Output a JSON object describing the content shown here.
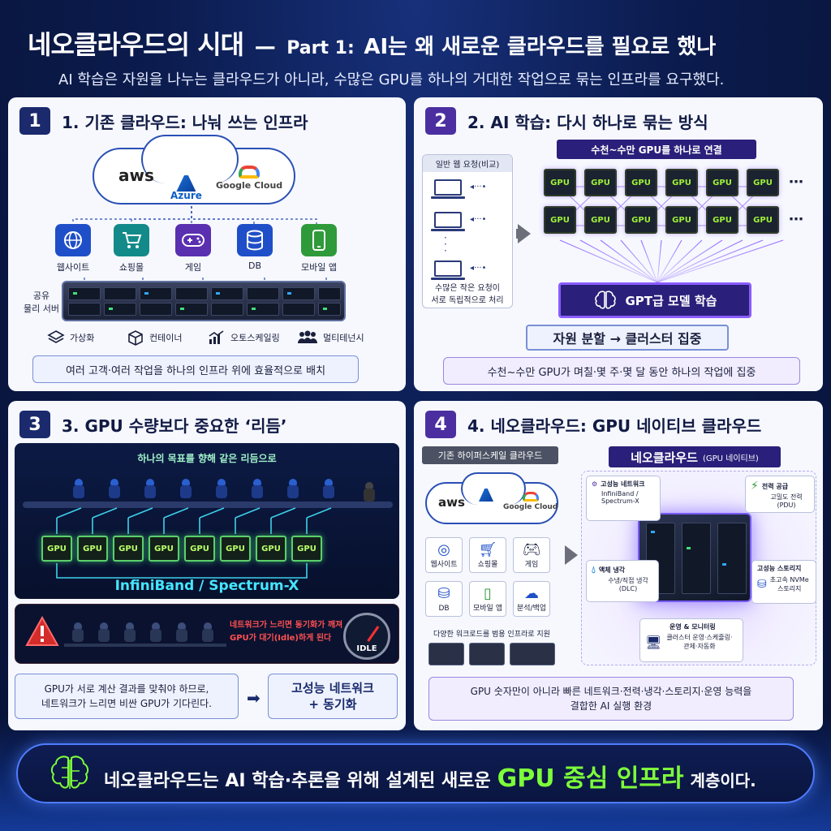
{
  "header": {
    "title_main": "네오클라우드의 시대",
    "title_dash": "—",
    "title_part": "Part 1:",
    "title_sub": "AI는 왜 새로운 클라우드를 필요로 했나",
    "subtitle": "AI 학습은 자원을 나누는  클라우드가 아니라,   수많은 GPU를 하나의 거대한 작업으로 묶는 인프라를 요구했다."
  },
  "panel1": {
    "number": "1",
    "title": "1. 기존 클라우드: 나눠 쓰는 인프라",
    "cloud_logos": [
      "aws",
      "Azure",
      "Google Cloud"
    ],
    "services": [
      {
        "label": "웹사이트",
        "icon": "globe-icon",
        "color": "#1f4fc8"
      },
      {
        "label": "쇼핑몰",
        "icon": "cart-icon",
        "color": "#138a8a"
      },
      {
        "label": "게임",
        "icon": "gamepad-icon",
        "color": "#5a2fb0"
      },
      {
        "label": "DB",
        "icon": "database-icon",
        "color": "#1f4fc8"
      },
      {
        "label": "모바일 앱",
        "icon": "mobile-icon",
        "color": "#2f9a3a"
      }
    ],
    "server_label": "공유\n물리 서버",
    "features": [
      {
        "label": "가상화",
        "icon": "layers-icon"
      },
      {
        "label": "컨테이너",
        "icon": "container-icon"
      },
      {
        "label": "오토스케일링",
        "icon": "chart-up-icon"
      },
      {
        "label": "멀티테넌시",
        "icon": "users-icon"
      }
    ],
    "footer": "여러 고객·여러 작업을 하나의 인프라 위에 효율적으로 배치"
  },
  "panel2": {
    "number": "2",
    "title": "2. AI 학습: 다시 하나로 묶는 방식",
    "web_request_title": "일반 웹 요청(비교)",
    "web_request_caption": "수많은 작은 요청이\n서로 독립적으로 처리",
    "cluster_label": "수천~수만 GPU를 하나로 연결",
    "gpu_label": "GPU",
    "more": "⋯",
    "model_label": "GPT급 모델 학습",
    "shift_label": "자원 분할 → 클러스터 집중",
    "footer": "수천~수만 GPU가 며칠·몇 주·몇 달 동안 하나의 작업에 집중"
  },
  "panel3": {
    "number": "3",
    "title": "3. GPU 수량보다 중요한 ‘리듬’",
    "rhythm_caption": "하나의 목표를 향해 같은 리듬으로",
    "gpu_label": "GPU",
    "network_label": "InfiniBand / Spectrum-X",
    "warning_text": "네트워크가 느리면 동기화가 깨져\nGPU가 대기(Idle)하게 된다",
    "idle_label": "IDLE",
    "bottom_left": "GPU가 서로 계산 결과를 맞춰야 하므로,\n네트워크가 느리면 비싼 GPU가 기다린다.",
    "bottom_right": "고성능 네트워크\n+ 동기화"
  },
  "panel4": {
    "number": "4",
    "title": "4. 네오클라우드: GPU 네이티브 클라우드",
    "hyperscale_label": "기존 하이퍼스케일 클라우드",
    "neocloud_label_main": "네오클라우드",
    "neocloud_label_sub": "(GPU 네이티브)",
    "cloud_logos": [
      "aws",
      "Google Cloud"
    ],
    "services": [
      {
        "label": "웹사이트",
        "icon": "globe-icon"
      },
      {
        "label": "쇼핑몰",
        "icon": "cart-icon"
      },
      {
        "label": "게임",
        "icon": "gamepad-icon"
      },
      {
        "label": "DB",
        "icon": "database-icon"
      },
      {
        "label": "모바일 앱",
        "icon": "mobile-icon"
      },
      {
        "label": "분석/백업",
        "icon": "upload-cloud-icon"
      }
    ],
    "workload_caption": "다양한 워크로드를 범용 인프라로 지원",
    "features": [
      {
        "title": "고성능 네트워크",
        "desc": "InfiniBand /\nSpectrum-X",
        "icon": "network-icon"
      },
      {
        "title": "전력 공급",
        "desc": "고밀도 전력\n(PDU)",
        "icon": "bolt-icon"
      },
      {
        "title": "액체 냉각",
        "desc": "수냉/직접 냉각\n(DLC)",
        "icon": "drop-icon"
      },
      {
        "title": "고성능 스토리지",
        "desc": "초고속 NVMe\n스토리지",
        "icon": "storage-icon"
      },
      {
        "title": "운영 & 모니터링",
        "desc": "클러스터 운영·스케줄링·\n관제·자동화",
        "icon": "monitor-icon"
      }
    ],
    "footer": "GPU 숫자만이 아니라 빠른 네트워크·전력·냉각·스토리지·운영 능력을\n결합한 AI 실행 환경"
  },
  "bottom": {
    "text_before": "네오클라우드는 AI 학습·추론을 위해 설계된 새로운",
    "text_highlight": "GPU 중심 인프라",
    "text_after": "계층이다."
  },
  "colors": {
    "navy": "#1a2a6c",
    "purple": "#4b2fa0",
    "gpu_green": "#9df03a",
    "highlight": "#7dff3a"
  }
}
